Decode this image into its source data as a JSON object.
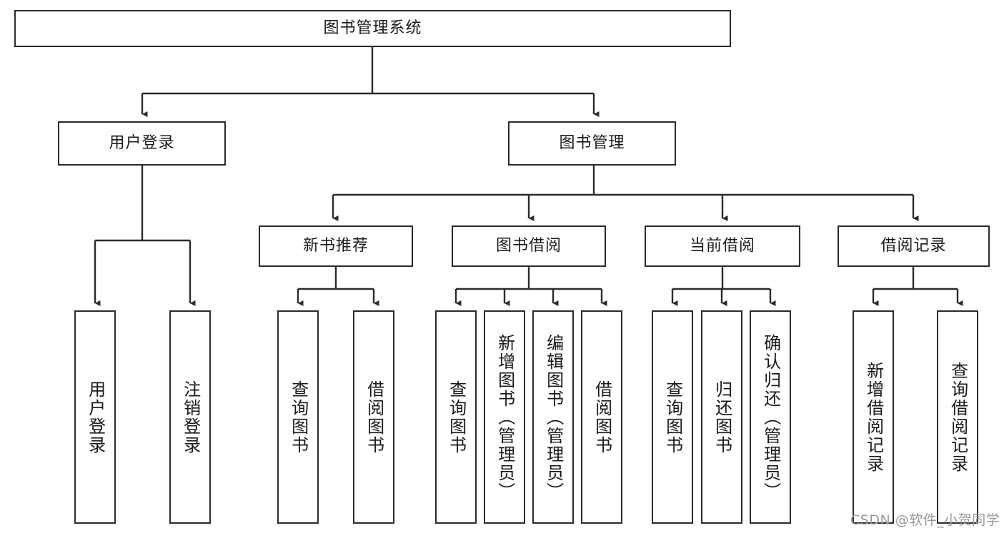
{
  "diagram": {
    "type": "tree",
    "title": "图书管理系统",
    "root": {
      "label": "图书管理系统"
    },
    "level2": [
      {
        "label": "用户登录"
      },
      {
        "label": "图书管理"
      }
    ],
    "level3": [
      {
        "label": "新书推荐"
      },
      {
        "label": "图书借阅"
      },
      {
        "label": "当前借阅"
      },
      {
        "label": "借阅记录"
      }
    ],
    "leaves": {
      "user_login": [
        {
          "label": "用户登录"
        },
        {
          "label": "注销登录"
        }
      ],
      "new_book_recommend": [
        {
          "label": "查询图书"
        },
        {
          "label": "借阅图书"
        }
      ],
      "book_borrow": [
        {
          "label": "查询图书"
        },
        {
          "label": "新增图书（管理员）"
        },
        {
          "label": "编辑图书（管理员）"
        },
        {
          "label": "借阅图书"
        }
      ],
      "current_borrow": [
        {
          "label": "查询图书"
        },
        {
          "label": "归还图书"
        },
        {
          "label": "确认归还（管理员）"
        }
      ],
      "borrow_records": [
        {
          "label": "新增借阅记录"
        },
        {
          "label": "查询借阅记录"
        }
      ]
    }
  },
  "watermark": {
    "text": "CSDN @软件_小贺同学"
  },
  "colors": {
    "box_border": "#2b2b2b",
    "box_fill": "#ffffff",
    "text": "#1a1a1a",
    "link": "#2b2b2b",
    "watermark": "#9a9a9a",
    "background": "#ffffff"
  }
}
